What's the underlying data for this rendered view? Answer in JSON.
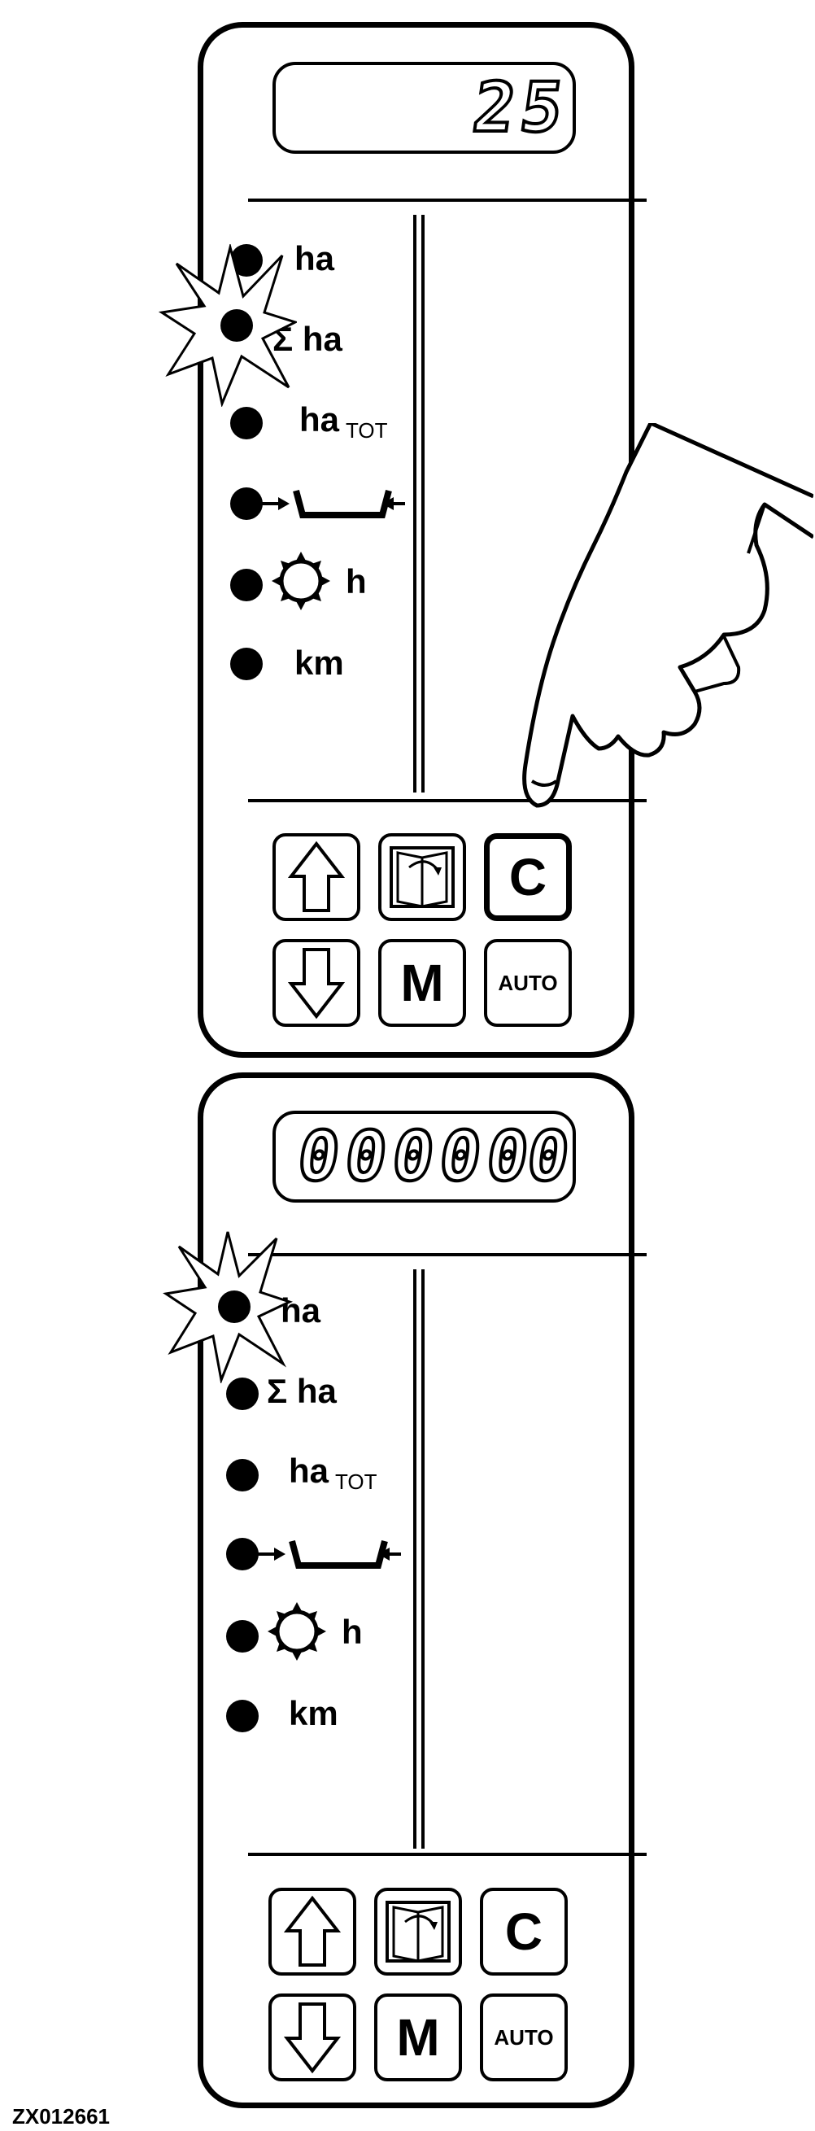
{
  "panel_top": {
    "display_digits": [
      "2",
      "5"
    ],
    "indicators": [
      {
        "key": "ha",
        "label": "ha",
        "lit": false
      },
      {
        "key": "sum_ha",
        "label": "Σ ha",
        "lit": true
      },
      {
        "key": "ha_tot",
        "label": "ha",
        "sub": "TOT",
        "lit": false
      },
      {
        "key": "width",
        "label": "",
        "icon": "working-width-icon",
        "lit": false
      },
      {
        "key": "hours",
        "label": "h",
        "icon": "engine-hours-icon",
        "lit": false
      },
      {
        "key": "km",
        "label": "km",
        "lit": false
      }
    ],
    "buttons": {
      "up_icon": "up-arrow-icon",
      "book_icon": "manual-book-icon",
      "c_label": "C",
      "down_icon": "down-arrow-icon",
      "m_label": "M",
      "auto_label": "AUTO"
    },
    "pressed_button": "C"
  },
  "panel_bottom": {
    "display_digits": [
      "0",
      "0",
      "0",
      "0",
      "0",
      "0"
    ],
    "indicators": [
      {
        "key": "ha",
        "label": "ha",
        "lit": true
      },
      {
        "key": "sum_ha",
        "label": "Σ ha",
        "lit": false
      },
      {
        "key": "ha_tot",
        "label": "ha",
        "sub": "TOT",
        "lit": false
      },
      {
        "key": "width",
        "label": "",
        "icon": "working-width-icon",
        "lit": false
      },
      {
        "key": "hours",
        "label": "h",
        "icon": "engine-hours-icon",
        "lit": false
      },
      {
        "key": "km",
        "label": "km",
        "lit": false
      }
    ],
    "buttons": {
      "up_icon": "up-arrow-icon",
      "book_icon": "manual-book-icon",
      "c_label": "C",
      "down_icon": "down-arrow-icon",
      "m_label": "M",
      "auto_label": "AUTO"
    }
  },
  "caption": "ZX012661"
}
